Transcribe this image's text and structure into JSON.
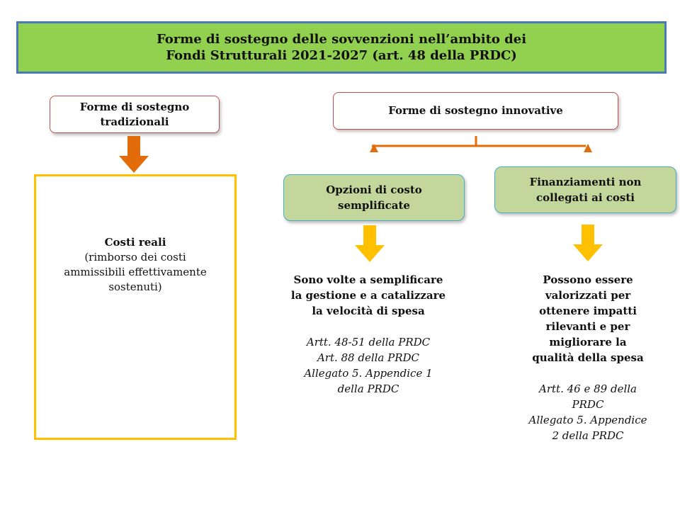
{
  "title": {
    "line1": "Forme di sostegno delle sovvenzioni nell’ambito dei",
    "line2": "Fondi Strutturali 2021-2027  (art. 48 della PRDC)"
  },
  "traditional": {
    "label_line1": "Forme di sostegno",
    "label_line2": "tradizionali",
    "costi_title": "Costi reali",
    "costi_desc_line1": "(rimborso dei costi",
    "costi_desc_line2": "ammissibili effettivamente",
    "costi_desc_line3": "sostenuti)"
  },
  "innovative": {
    "label": "Forme di sostegno innovative",
    "simplified": {
      "label_line1": "Opzioni di costo",
      "label_line2": "semplificate",
      "desc_line1": "Sono volte a semplificare",
      "desc_line2": "la gestione e a catalizzare",
      "desc_line3": "la velocità di spesa",
      "ref_line1": "Artt. 48-51 della PRDC",
      "ref_line2": "Art. 88 della PRDC",
      "ref_line3": "Allegato 5. Appendice 1",
      "ref_line4": "della PRDC"
    },
    "non_cost": {
      "label_line1": "Finanziamenti non",
      "label_line2": "collegati ai costi",
      "desc_line1": "Possono essere",
      "desc_line2": "valorizzati per",
      "desc_line3": "ottenere impatti",
      "desc_line4": "rilevanti e per",
      "desc_line5": "migliorare la",
      "desc_line6": "qualità della spesa",
      "ref_line1": "Artt. 46 e 89 della",
      "ref_line2": "PRDC",
      "ref_line3": "Allegato 5. Appendice",
      "ref_line4": "2 della PRDC"
    }
  },
  "colors": {
    "title_bg": "#92d050",
    "title_border": "#4a7ab5",
    "orange_arrow": "#e36c0a",
    "yellow_arrow": "#ffc000",
    "green_box": "#c3d69b",
    "red_border": "#c0504d"
  }
}
